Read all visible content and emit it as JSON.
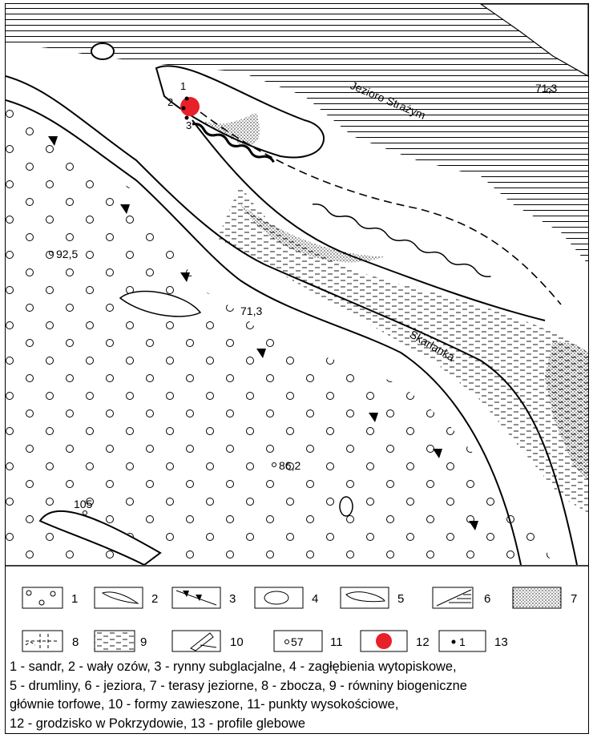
{
  "map": {
    "labels": {
      "lake": "Jezioro Strażym",
      "river": "Skarlanka",
      "elev_ne": "71,3",
      "elev_w": "92,5",
      "elev_mid": "71,3",
      "elev_sw": "105",
      "elev_s": "86,2",
      "profile_1": "1",
      "profile_2": "2",
      "profile_3": "3"
    }
  },
  "legend": {
    "items": [
      {
        "key": "1",
        "symbol": "sandr-circles-icon"
      },
      {
        "key": "2",
        "symbol": "esker-icon"
      },
      {
        "key": "3",
        "symbol": "subglacial-channel-icon"
      },
      {
        "key": "4",
        "symbol": "kettle-hole-icon"
      },
      {
        "key": "5",
        "symbol": "drumlin-icon"
      },
      {
        "key": "6",
        "symbol": "lake-hatch-icon"
      },
      {
        "key": "7",
        "symbol": "lake-terrace-dots-icon"
      },
      {
        "key": "8",
        "symbol": "slope-dashed-icon"
      },
      {
        "key": "9",
        "symbol": "biogenic-plain-icon"
      },
      {
        "key": "10",
        "symbol": "hanging-form-icon"
      },
      {
        "key": "11",
        "symbol": "spot-height-icon",
        "sample": "57"
      },
      {
        "key": "12",
        "symbol": "red-dot-icon"
      },
      {
        "key": "13",
        "symbol": "soil-profile-icon",
        "sample": "1"
      }
    ]
  },
  "caption": {
    "line1": "1 - sandr, 2 - wały ozów, 3 - rynny subglacjalne, 4 - zagłębienia wytopiskowe,",
    "line2": "5 - drumliny, 6 - jeziora, 7 - terasy jeziorne, 8 - zbocza, 9 - równiny biogeniczne",
    "line3": "głównie torfowe, 10 - formy zawieszone, 11- punkty wysokościowe,",
    "line4": "12 - grodzisko w Pokrzydowie, 13 - profile glebowe"
  },
  "colors": {
    "grodzisko": "#e8202a",
    "ink": "#000000"
  }
}
